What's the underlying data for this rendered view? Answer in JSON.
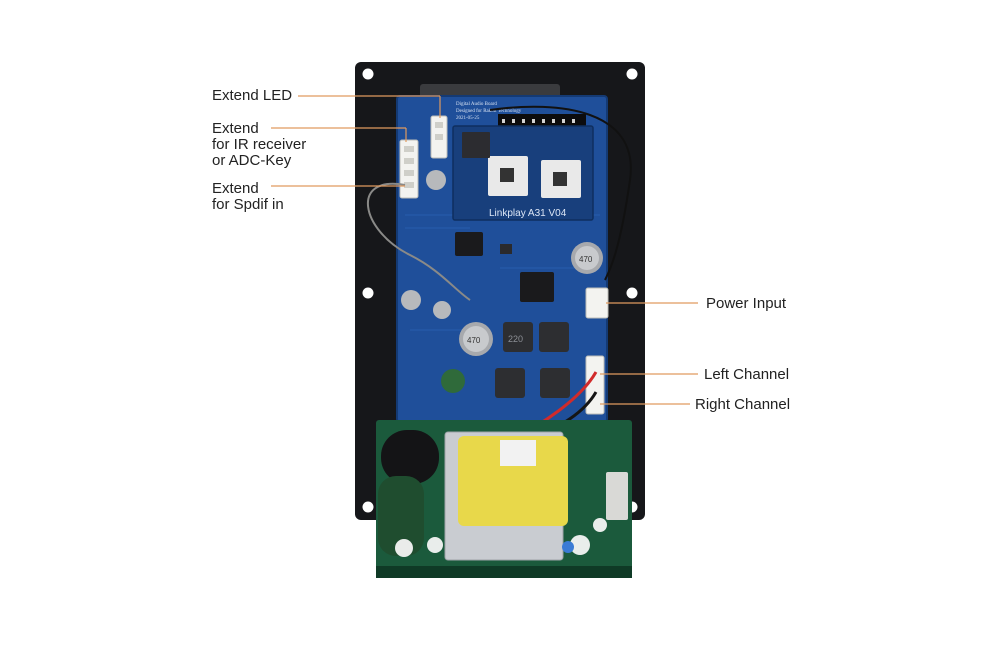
{
  "colors": {
    "background": "#ffffff",
    "callout_line": "#e09a5f",
    "label_text": "#222222",
    "mount_plate": "#16171a",
    "pcb": "#1f4f9a",
    "pcb_dark": "#183f7c",
    "psu_board": "#1b5a3c",
    "transformer": "#e8d84a",
    "heatsink": "#c9ccd1"
  },
  "board": {
    "silk_top_lines": [
      "Digital Audio Board",
      "Designed for Rakoit Technology",
      "2021-05-25"
    ],
    "module_label": "Linkplay A31 V04",
    "cap_label": "470",
    "inductor_label": "220"
  },
  "callouts": {
    "extend_led": {
      "lines": [
        "Extend LED"
      ]
    },
    "extend_ir": {
      "lines": [
        "Extend",
        "for IR receiver",
        "or ADC-Key"
      ]
    },
    "extend_spdif": {
      "lines": [
        "Extend",
        "for Spdif in"
      ]
    },
    "power_input": {
      "lines": [
        "Power Input"
      ]
    },
    "left_channel": {
      "lines": [
        "Left Channel"
      ]
    },
    "right_channel": {
      "lines": [
        "Right Channel"
      ]
    }
  }
}
